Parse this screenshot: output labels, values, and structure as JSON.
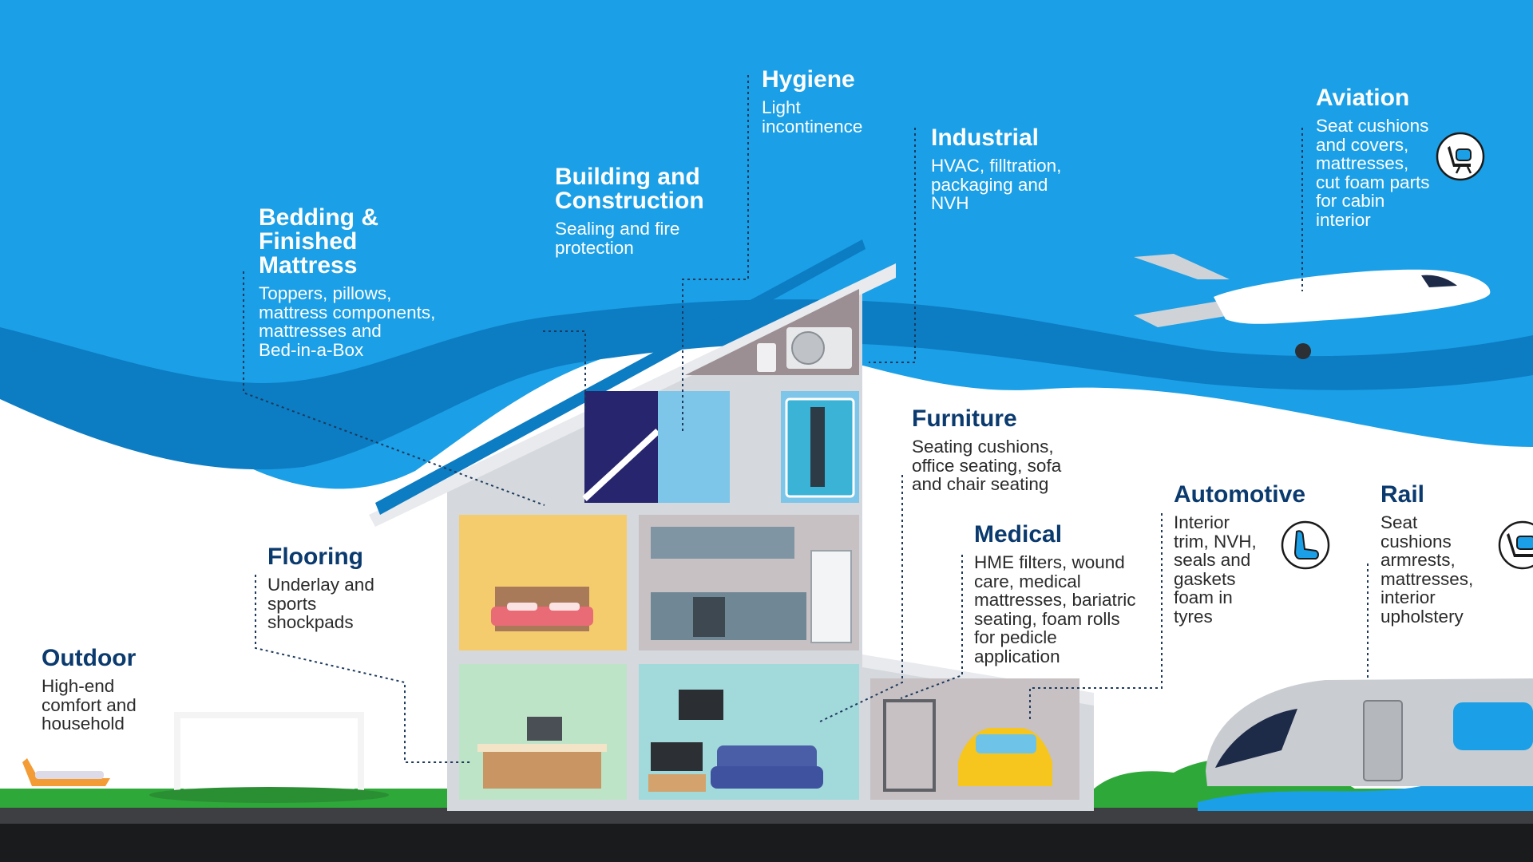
{
  "colors": {
    "sky": "#1b9fe6",
    "band": "#0c7cc3",
    "heading_dark": "#0b3a6e",
    "text_dark": "#2b2b2b",
    "grass": "#2fa83a",
    "ground": "#1a1b1d",
    "house_wall": "#d5d8dc"
  },
  "labels": {
    "hygiene": {
      "title": "Hygiene",
      "desc": "Light\nincontinence"
    },
    "industrial": {
      "title": "Industrial",
      "desc": "HVAC, filltration,\npackaging and\nNVH"
    },
    "aviation": {
      "title": "Aviation",
      "desc": "Seat cushions\nand covers,\nmattresses,\ncut foam parts\nfor cabin\ninterior",
      "icon": "aircraft-seat-icon"
    },
    "building": {
      "title": "Building and\nConstruction",
      "desc": "Sealing and fire\nprotection"
    },
    "bedding": {
      "title": "Bedding &\nFinished\nMattress",
      "desc": "Toppers, pillows,\nmattress components,\nmattresses and\nBed-in-a-Box"
    },
    "furniture": {
      "title": "Furniture",
      "desc": "Seating cushions,\noffice seating, sofa\nand chair seating"
    },
    "automotive": {
      "title": "Automotive",
      "desc": "Interior\ntrim, NVH,\nseals and\ngaskets\nfoam in\ntyres",
      "icon": "car-seat-icon"
    },
    "rail": {
      "title": "Rail",
      "desc": "Seat\ncushions\narmrests,\nmattresses,\ninterior\nupholstery",
      "icon": "train-seat-icon"
    },
    "medical": {
      "title": "Medical",
      "desc": "HME filters, wound\ncare, medical\nmattresses, bariatric\nseating, foam rolls\nfor pedicle\napplication"
    },
    "flooring": {
      "title": "Flooring",
      "desc": "Underlay and\nsports\nshockpads"
    },
    "outdoor": {
      "title": "Outdoor",
      "desc": "High-end\ncomfort and\nhousehold"
    }
  }
}
